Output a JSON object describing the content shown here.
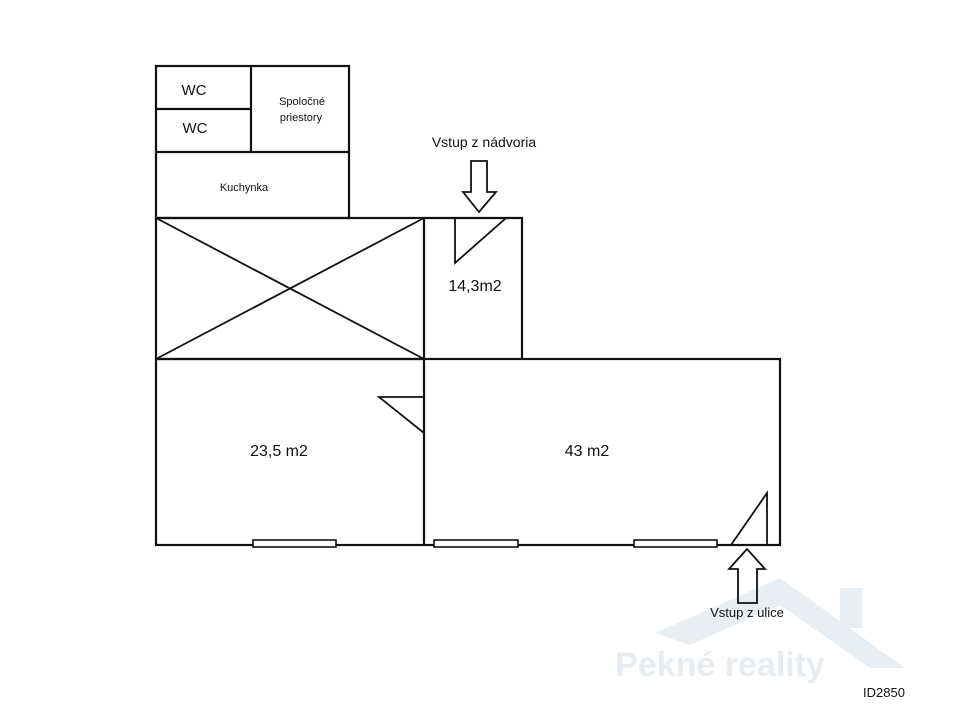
{
  "rooms": {
    "wc_upper": "WC",
    "wc_lower": "WC",
    "shared": [
      "Spoločné",
      "priestory"
    ],
    "kitchen": "Kuchynka",
    "room_14": "14,3m2",
    "room_23": "23,5 m2",
    "room_43": "43 m2"
  },
  "entrances": {
    "courtyard": "Vstup z nádvoria",
    "street": "Vstup z ulice"
  },
  "listing_id": "ID2850",
  "watermark": "Pekné reality",
  "colors": {
    "line": "#111111",
    "background": "#ffffff",
    "watermark": "#e6ecf0"
  }
}
